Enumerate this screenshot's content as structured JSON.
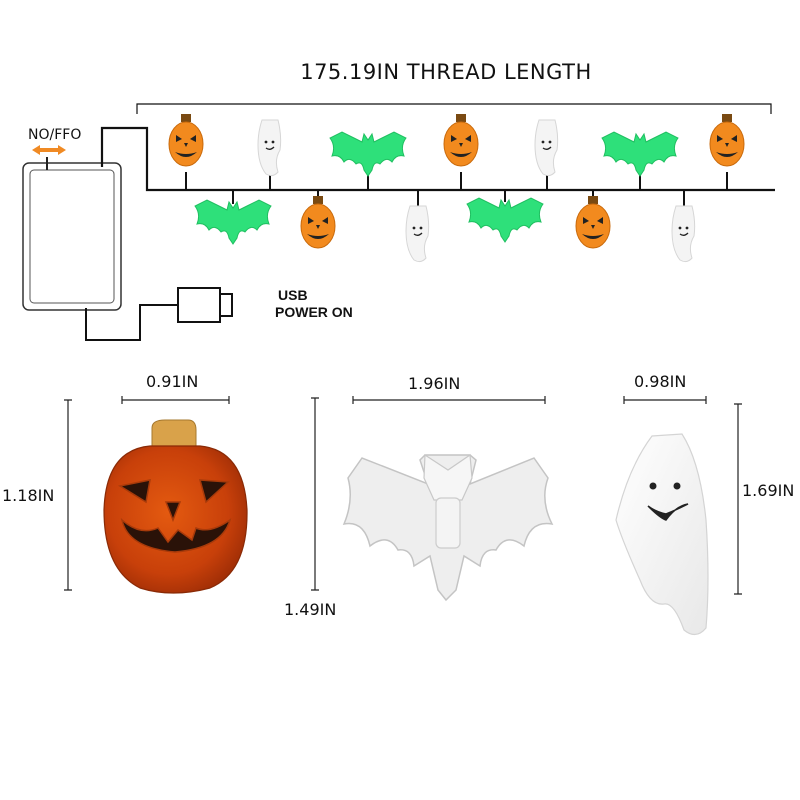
{
  "title": "175.19IN THREAD LENGTH",
  "switch_label": "NO/FFO",
  "usb_label": {
    "line1": "USB",
    "line2": "POWER ON"
  },
  "dimensions": {
    "pumpkin_width": "0.91IN",
    "pumpkin_height": "1.18IN",
    "bat_width": "1.96IN",
    "bat_height": "1.49IN",
    "ghost_width": "0.98IN",
    "ghost_height": "1.69IN"
  },
  "string_lights_top": [
    "pumpkin",
    "ghost",
    "bat",
    "pumpkin",
    "ghost",
    "bat",
    "pumpkin"
  ],
  "string_lights_bottom": [
    "bat",
    "pumpkin",
    "ghost",
    "bat",
    "pumpkin",
    "ghost"
  ],
  "colors": {
    "pumpkin": "#f28a1e",
    "bat": "#2ee07a",
    "ghost": "#f4f4f4",
    "switch_arrow": "#f08a24",
    "line": "#111111"
  },
  "icons": {
    "pumpkin": "pumpkin-light-icon",
    "bat": "bat-light-icon",
    "ghost": "ghost-light-icon",
    "switch": "double-arrow-icon",
    "plug": "usb-plug-icon"
  }
}
